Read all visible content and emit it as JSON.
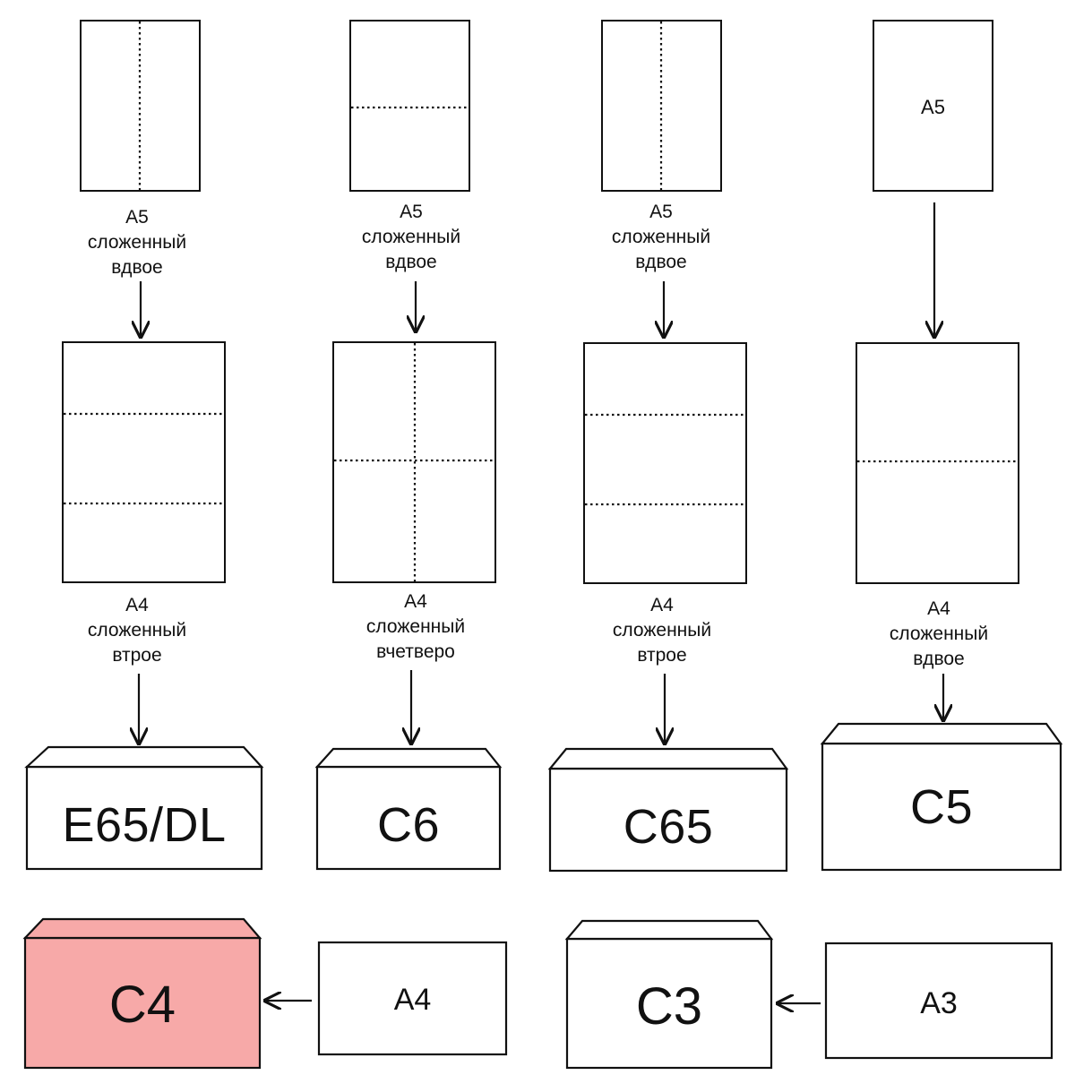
{
  "column1": {
    "top_sheet": "",
    "caption_top": [
      "A5",
      "сложенный",
      "вдвое"
    ],
    "caption_mid": [
      "A4",
      "сложенный",
      "втрое"
    ],
    "envelope": "E65/DL"
  },
  "column2": {
    "caption_top": [
      "A5",
      "сложенный",
      "вдвое"
    ],
    "caption_mid": [
      "A4",
      "сложенный",
      "вчетверо"
    ],
    "envelope": "C6"
  },
  "column3": {
    "caption_top": [
      "A5",
      "сложенный",
      "вдвое"
    ],
    "caption_mid": [
      "A4",
      "сложенный",
      "втрое"
    ],
    "envelope": "C65"
  },
  "column4": {
    "top_sheet": "A5",
    "caption_mid": [
      "A4",
      "сложенный",
      "вдвое"
    ],
    "envelope": "C5"
  },
  "bottom": {
    "c4_envelope": "C4",
    "a4_sheet": "A4",
    "c3_envelope": "C3",
    "a3_sheet": "A3"
  },
  "colors": {
    "highlight_envelope": "#f7a9a8",
    "stroke": "#111111"
  }
}
